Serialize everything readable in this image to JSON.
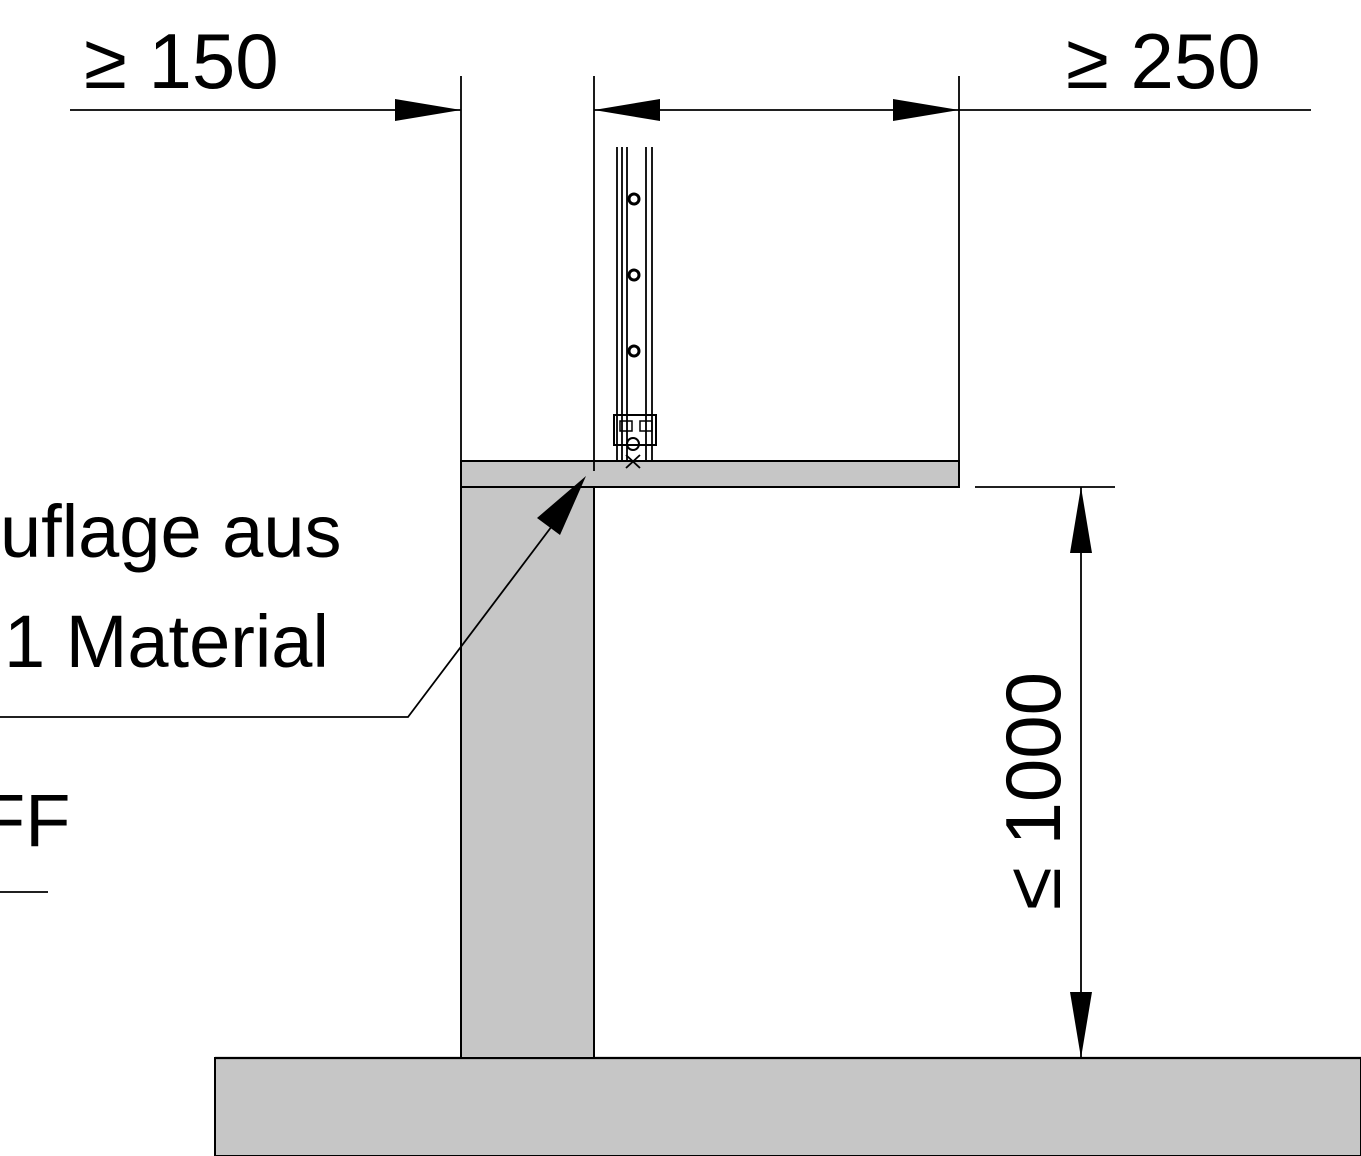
{
  "dimensions": {
    "left_clearance": "≥ 150",
    "right_clearance": "≥ 250",
    "height": "≤ 1000"
  },
  "annotation": {
    "line1": "uflage aus",
    "line2": "1 Material"
  },
  "floor_label": "FF",
  "colors": {
    "fill": "#c6c6c6",
    "line": "#000000",
    "background": "#ffffff"
  }
}
